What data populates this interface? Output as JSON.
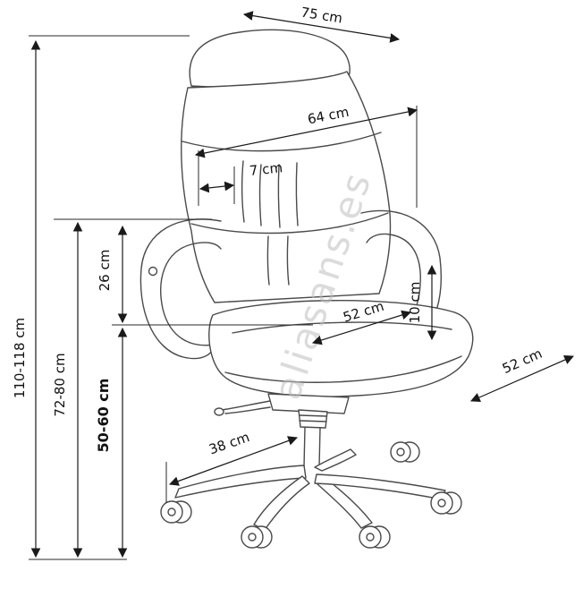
{
  "watermark": "aliasans.es",
  "dimensions": {
    "backrest_top_width": "75 cm",
    "backrest_width": "64 cm",
    "headrest_depth": "7 cm",
    "overall_height": "110-118 cm",
    "armrest_height": "72-80 cm",
    "armrest_to_seat": "26 cm",
    "seat_height": "50-60 cm",
    "seat_width": "52 cm",
    "seat_thickness": "10 cm",
    "seat_depth": "52 cm",
    "base_leg_length": "38 cm"
  }
}
